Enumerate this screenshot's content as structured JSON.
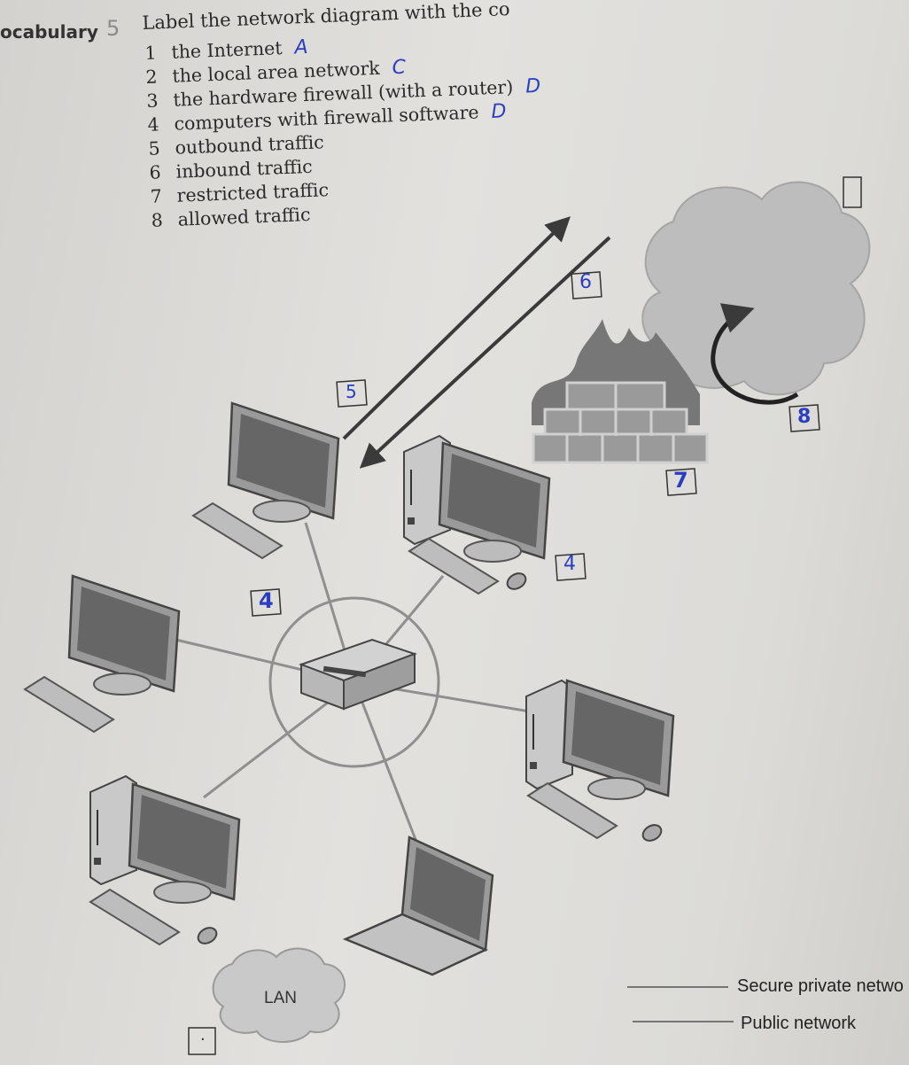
{
  "header": {
    "section_label": "ocabulary",
    "exercise_number": "5",
    "instruction": "Label the network diagram with the co"
  },
  "terms": [
    {
      "number": "1",
      "text": "the Internet",
      "answer": "A"
    },
    {
      "number": "2",
      "text": "the local area network",
      "answer": "C"
    },
    {
      "number": "3",
      "text": "the hardware firewall (with a router)",
      "answer": "D"
    },
    {
      "number": "4",
      "text": "computers with firewall software",
      "answer": "D"
    },
    {
      "number": "5",
      "text": "outbound traffic",
      "answer": ""
    },
    {
      "number": "6",
      "text": "inbound traffic",
      "answer": ""
    },
    {
      "number": "7",
      "text": "restricted traffic",
      "answer": ""
    },
    {
      "number": "8",
      "text": "allowed traffic",
      "answer": ""
    }
  ],
  "diagram": {
    "box_labels": {
      "outbound_box": "5",
      "inbound_box": "6",
      "allowed_box": "8",
      "restricted_box": "7",
      "computers_box": "4",
      "router_box": "4",
      "lan_box": "."
    },
    "lan_cloud_label": "LAN",
    "colors": {
      "line": "#8f8f8f",
      "arrow": "#3a3a3a",
      "handwriting": "#2a3fbf",
      "cloud": "#bdbdbd",
      "brick": "#9a9a9a",
      "flame": "#6e6e6e"
    }
  },
  "legend": [
    {
      "label": "Secure private netwo"
    },
    {
      "label": "Public network"
    }
  ]
}
